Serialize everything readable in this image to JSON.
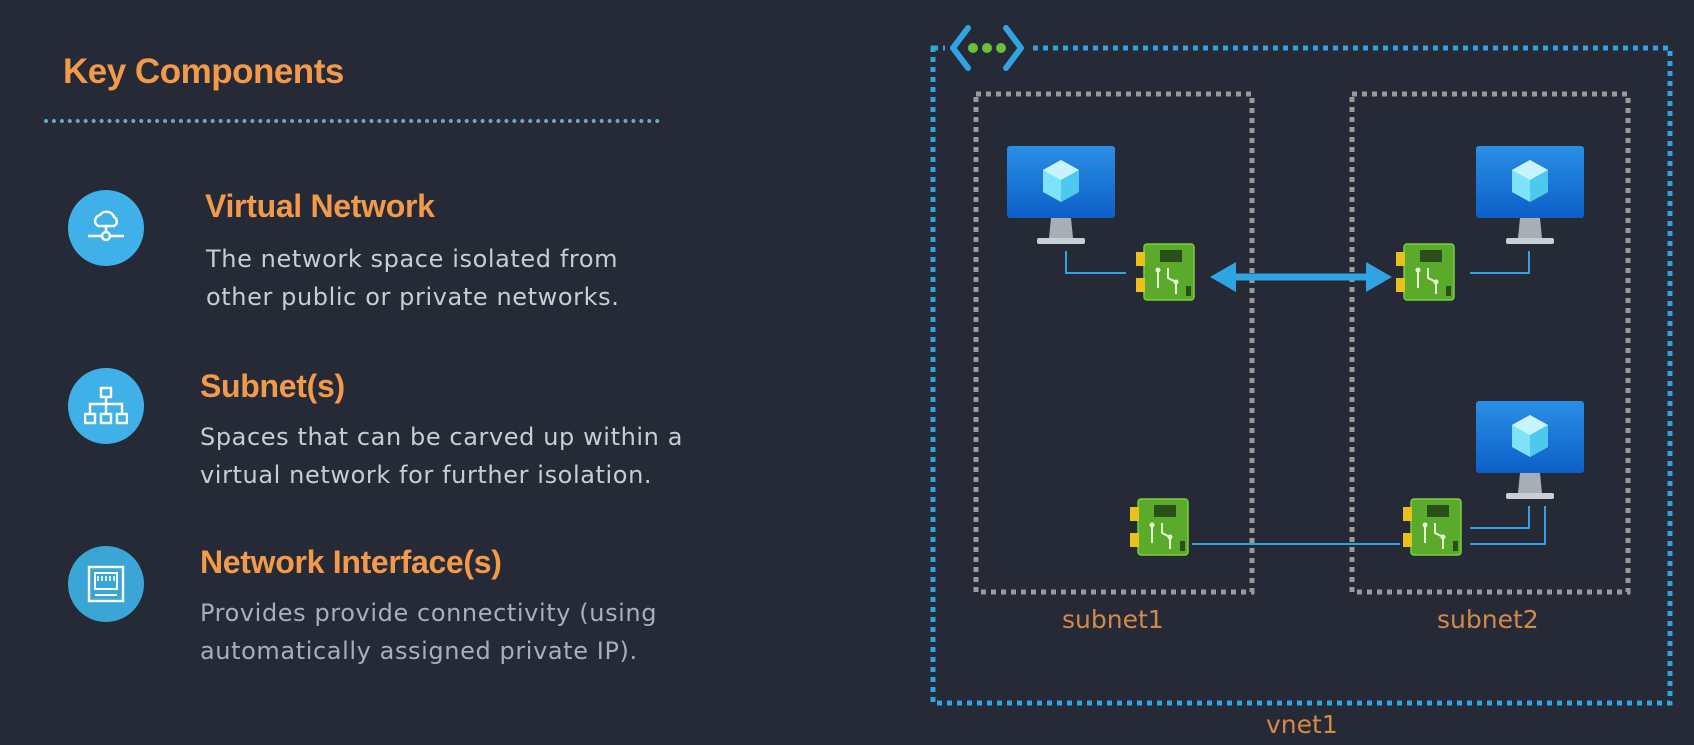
{
  "heading": "Key Components",
  "items": [
    {
      "icon": "virtual-network-icon",
      "title": "Virtual Network",
      "desc_line1": "The network space isolated from",
      "desc_line2": "other public or private networks."
    },
    {
      "icon": "subnet-hierarchy-icon",
      "title": "Subnet(s)",
      "desc_line1": "Spaces that can be carved up within a",
      "desc_line2": "virtual network for further isolation."
    },
    {
      "icon": "network-interface-icon",
      "title": "Network Interface(s)",
      "desc_line1": "Provides provide connectivity (using",
      "desc_line2": "automatically assigned private IP)."
    }
  ],
  "diagram": {
    "vnet_label": "vnet1",
    "subnets": [
      {
        "label": "subnet1"
      },
      {
        "label": "subnet2"
      }
    ],
    "colors": {
      "accent": "#f29a4a",
      "vnet_border": "#2fa4e2",
      "subnet_border": "#9a9a9a",
      "link": "#2fa4e2"
    }
  }
}
